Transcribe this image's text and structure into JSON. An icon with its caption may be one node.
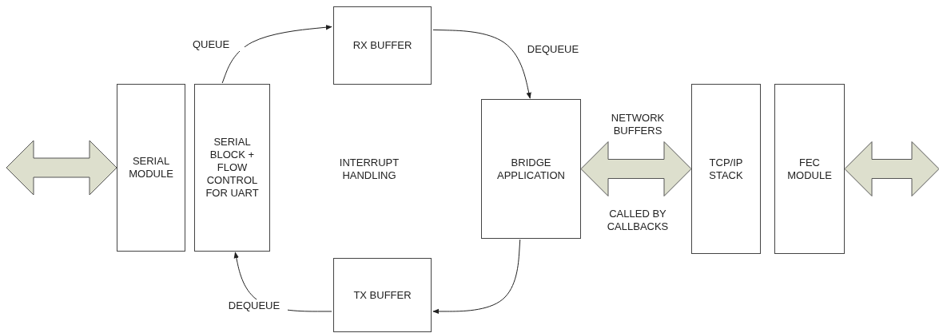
{
  "diagram": {
    "nodes": [
      {
        "text": [
          "SERIAL MODULE"
        ]
      },
      {
        "text": [
          "SERIAL BLOCK + FLOW CONTROL FOR UART"
        ]
      },
      {
        "text": [
          "RX BUFFER"
        ]
      },
      {
        "text": [
          "BRIDGE APPLICATION"
        ]
      },
      {
        "text": [
          "TX BUFFER"
        ]
      },
      {
        "text": [
          "TCP/IP STACK"
        ]
      },
      {
        "text": [
          "FEC MODULE"
        ]
      }
    ],
    "edges": [
      {
        "from": null,
        "to": 0,
        "arrow": "both",
        "style": "thick",
        "color": "#dddfcd"
      },
      {
        "from": 1,
        "to": 2,
        "arrow": "to",
        "label": "QUEUE"
      },
      {
        "from": 2,
        "to": 3,
        "arrow": "to",
        "label": "DEQUEUE"
      },
      {
        "from": 3,
        "to": 4,
        "arrow": "to"
      },
      {
        "from": 4,
        "to": 1,
        "arrow": "to",
        "label": "DEQUEUE"
      },
      {
        "from": 3,
        "to": 5,
        "arrow": "both",
        "style": "thick",
        "color": "#dddfcd"
      },
      {
        "from": 6,
        "to": null,
        "arrow": "both",
        "style": "thick",
        "color": "#dddfcd"
      }
    ],
    "labels": [
      "INTERRUPT HANDLING",
      "NETWORK BUFFERS",
      "CALLED BY CALLBACKS"
    ]
  }
}
